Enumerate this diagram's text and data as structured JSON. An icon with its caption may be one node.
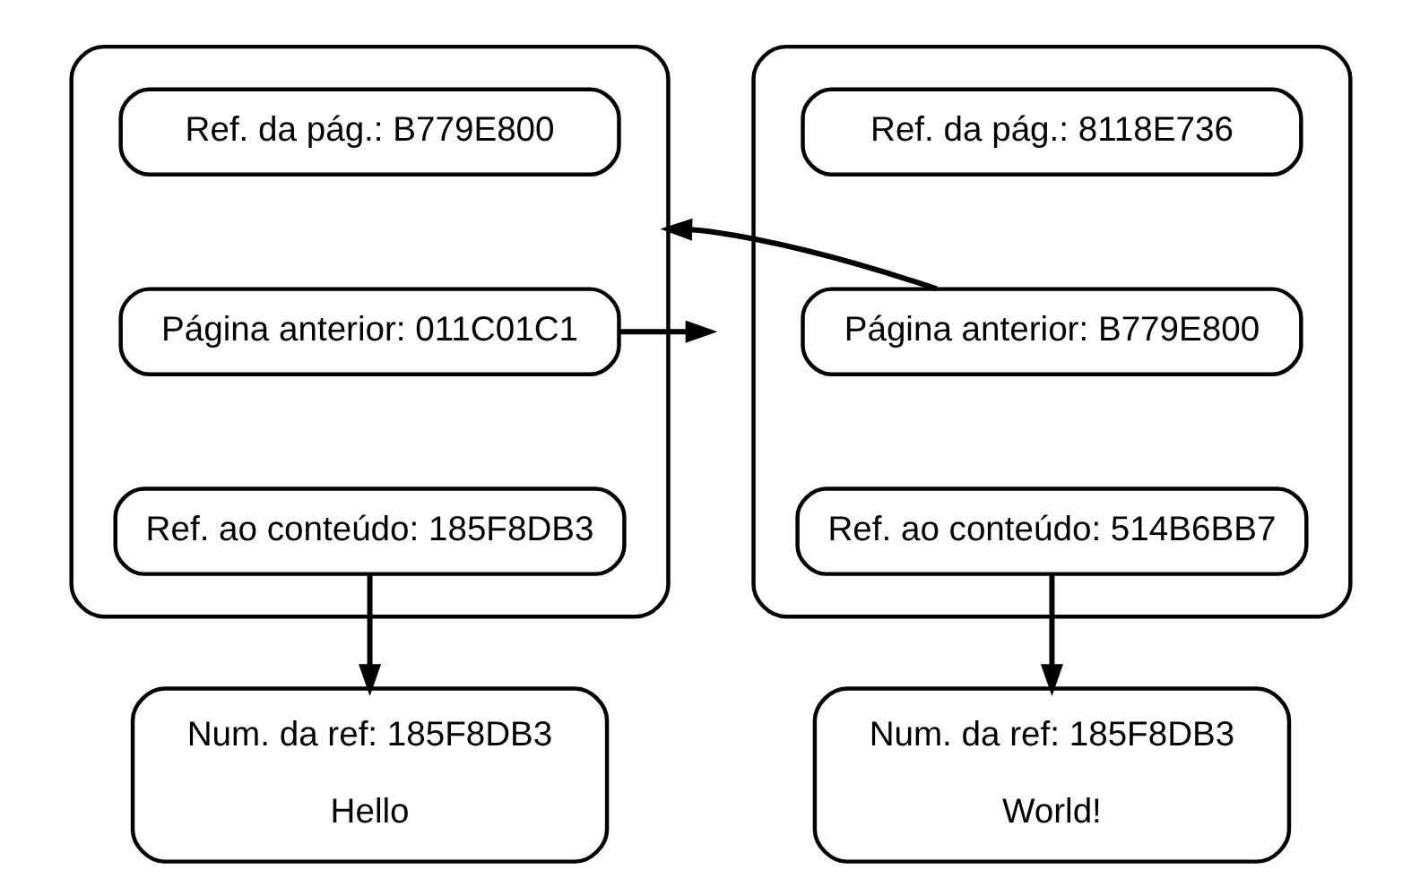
{
  "diagram": {
    "nodes": [
      {
        "text": [],
        "shape": "box"
      },
      {
        "text": [
          "Ref. da pág.: B779E800"
        ],
        "in": 0
      },
      {
        "text": [
          "Página anterior: 011C01C1"
        ],
        "in": 0
      },
      {
        "text": [
          "Ref. ao conteúdo: 185F8DB3"
        ],
        "in": 0
      },
      {
        "text": [],
        "shape": "box"
      },
      {
        "text": [
          "Ref. da pág.: 8118E736"
        ],
        "in": 4
      },
      {
        "text": [
          "Página anterior: B779E800"
        ],
        "in": 4
      },
      {
        "text": [
          "Ref. ao conteúdo: 514B6BB7"
        ],
        "in": 4
      },
      {
        "text": [
          "Num. da ref: 185F8DB3",
          "Hello"
        ]
      },
      {
        "text": [
          "Num. da ref: 185F8DB3",
          "World!"
        ]
      }
    ],
    "edges": [
      {
        "from": 2,
        "to": null,
        "arrow": "to"
      },
      {
        "from": 6,
        "to": 0,
        "arrow": "to"
      },
      {
        "from": 3,
        "to": 8,
        "arrow": "to"
      },
      {
        "from": 7,
        "to": 9,
        "arrow": "to"
      }
    ]
  }
}
